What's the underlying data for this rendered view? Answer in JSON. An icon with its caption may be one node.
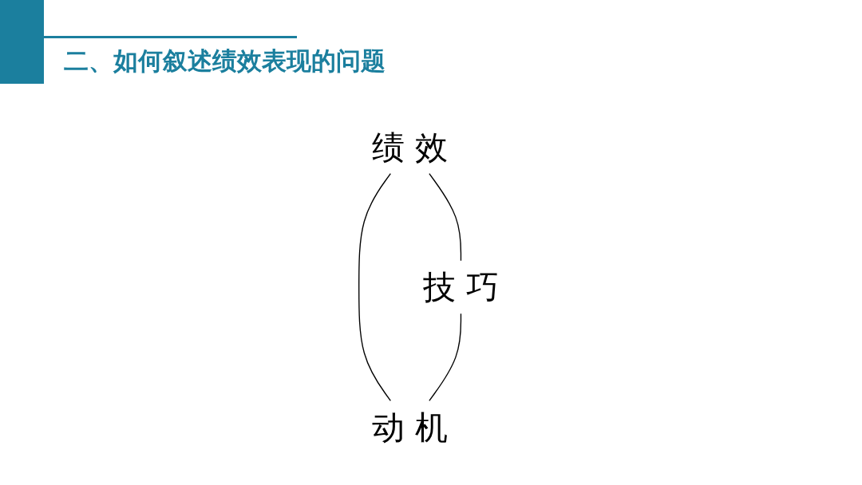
{
  "diagram": {
    "title": "二、如何叙述绩效表现的问题",
    "nodes": [
      {
        "text": [
          "绩 效"
        ]
      },
      {
        "text": [
          "技 巧"
        ]
      },
      {
        "text": [
          "动 机"
        ]
      }
    ],
    "edges": [
      {
        "from": 0,
        "to": 1,
        "arrow": "none"
      },
      {
        "from": 0,
        "to": 2,
        "arrow": "none"
      },
      {
        "from": 1,
        "to": 2,
        "arrow": "none"
      }
    ]
  }
}
